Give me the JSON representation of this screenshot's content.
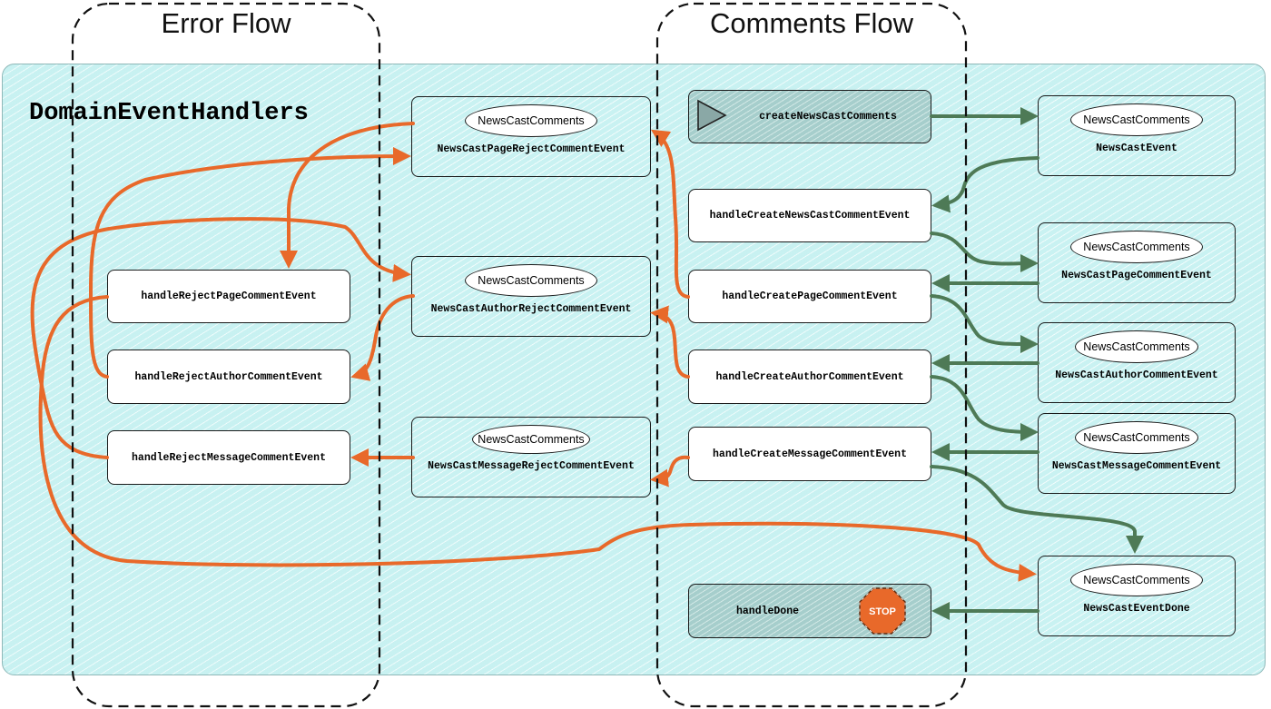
{
  "diagram": {
    "title": "DomainEventHandlers",
    "groups": {
      "error_flow": "Error Flow",
      "comments_flow": "Comments Flow"
    },
    "event_ellipse_label": "NewsCastComments",
    "stop_badge": "STOP",
    "colors": {
      "error_edge": "#e8692a",
      "success_edge": "#4e7a56",
      "panel_fill": "#d9f6f6",
      "dash": "#111111"
    },
    "handlers": {
      "reject_page": "handleRejectPageCommentEvent",
      "reject_author": "handleRejectAuthorCommentEvent",
      "reject_message": "handleRejectMessageCommentEvent",
      "create_root": "createNewsCastComments",
      "create_newscast": "handleCreateNewsCastCommentEvent",
      "create_page": "handleCreatePageCommentEvent",
      "create_author": "handleCreateAuthorCommentEvent",
      "create_message": "handleCreateMessageCommentEvent",
      "done": "handleDone"
    },
    "events": {
      "page_reject": "NewsCastPageRejectCommentEvent",
      "author_reject": "NewsCastAuthorRejectCommentEvent",
      "message_reject": "NewsCastMessageRejectCommentEvent",
      "newscast": "NewsCastEvent",
      "page_comment": "NewsCastPageCommentEvent",
      "author_comment": "NewsCastAuthorCommentEvent",
      "message_comment": "NewsCastMessageCommentEvent",
      "done": "NewsCastEventDone"
    }
  }
}
